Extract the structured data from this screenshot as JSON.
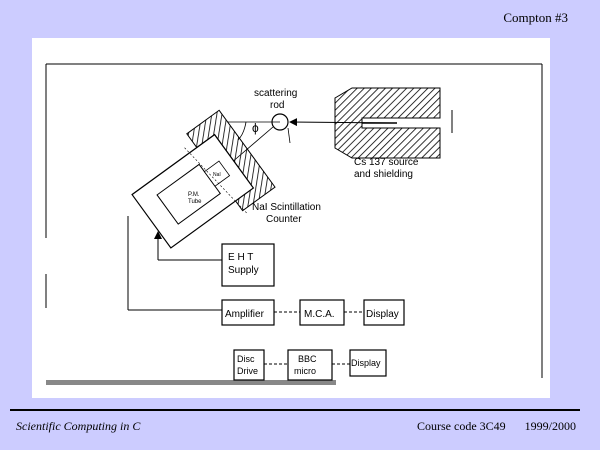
{
  "header": {
    "title": "Compton   #3"
  },
  "diagram": {
    "labels": {
      "scattering_rod": [
        "scattering",
        "rod"
      ],
      "phi": "ϕ",
      "source": [
        "Cs 137 source",
        "and shielding"
      ],
      "pm_tube": [
        "P.M.",
        "Tube"
      ],
      "nai": "NaI",
      "counter": [
        "NaI Scintillation",
        "Counter"
      ],
      "eht": [
        "E H T",
        "Supply"
      ],
      "amplifier": "Amplifier",
      "mca": "M.C.A.",
      "display1": "Display",
      "disc": [
        "Disc",
        "Drive"
      ],
      "bbc": [
        "BBC",
        "micro"
      ],
      "display2": "Display"
    }
  },
  "footer": {
    "left": "Scientific Computing in C",
    "course": "Course code 3C49",
    "year": "1999/2000"
  }
}
